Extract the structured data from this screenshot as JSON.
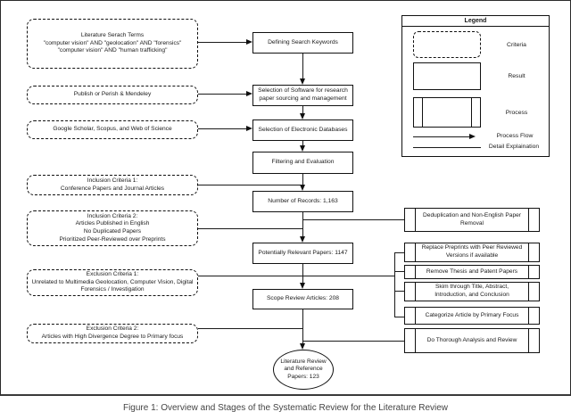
{
  "flowchart": {
    "sources": [
      {
        "text": "Literature Serach Terms\n\"computer vision\" AND \"geolocation\" AND \"forensics\"\n\"computer vision\" AND \"human trafficking\""
      },
      {
        "text": "Publish or Perish & Mendeley"
      },
      {
        "text": "Google Scholar, Scopus, and Web of Science"
      },
      {
        "text": "Inclusion Criteria 1:\nConference Papers and Journal Articles"
      },
      {
        "text": "Inclusion Criteria 2:\nArticles Published in English\nNo Duplicated Papers\nPrioritized Peer-Reviewed over Preprints"
      },
      {
        "text": "Exclusion Criteria 1:\nUnrelated to Multimedia Geolocation, Computer Vision, Digital Forensics / Investigation"
      },
      {
        "text": "Exclusion Criteria 2:\nArticles with High Divergence Degree to Primary focus"
      }
    ],
    "stages": [
      {
        "text": "Defining Search Keywords"
      },
      {
        "text": "Selection of Software for research\npaper sourcing and management"
      },
      {
        "text": "Selection of Electronic Databases"
      },
      {
        "text": "Filtering and Evaluation"
      },
      {
        "text": "Number of Records: 1,163"
      },
      {
        "text": "Potentially Relevant Papers: 1147"
      },
      {
        "text": "Scope Review Articles: 208"
      }
    ],
    "terminal": {
      "text": "Literature Review\nand Reference\nPapers: 123"
    },
    "processes": [
      {
        "text": "Deduplication and Non-English Paper\nRemoval"
      },
      {
        "text": "Replace Preprints with Peer Reviewed\nVersions if available"
      },
      {
        "text": "Remove Thesis and Patent Papers"
      },
      {
        "text": "Skim through Title, Abstract,\nIntroduction, and Conclusion"
      },
      {
        "text": "Categorize Article by Primary Focus"
      },
      {
        "text": "Do Thorough Analysis and Review"
      }
    ]
  },
  "legend": {
    "title": "Legend",
    "items": [
      {
        "label": "Criteria"
      },
      {
        "label": "Result"
      },
      {
        "label": "Process"
      },
      {
        "label": "Process Flow"
      },
      {
        "label": "Detail Explaination"
      }
    ]
  },
  "figure": {
    "caption": "Figure 1: Overview and Stages of the Systematic Review for the Literature Review"
  },
  "colors": {
    "line": "#1a1a1a",
    "background": "#ffffff"
  }
}
